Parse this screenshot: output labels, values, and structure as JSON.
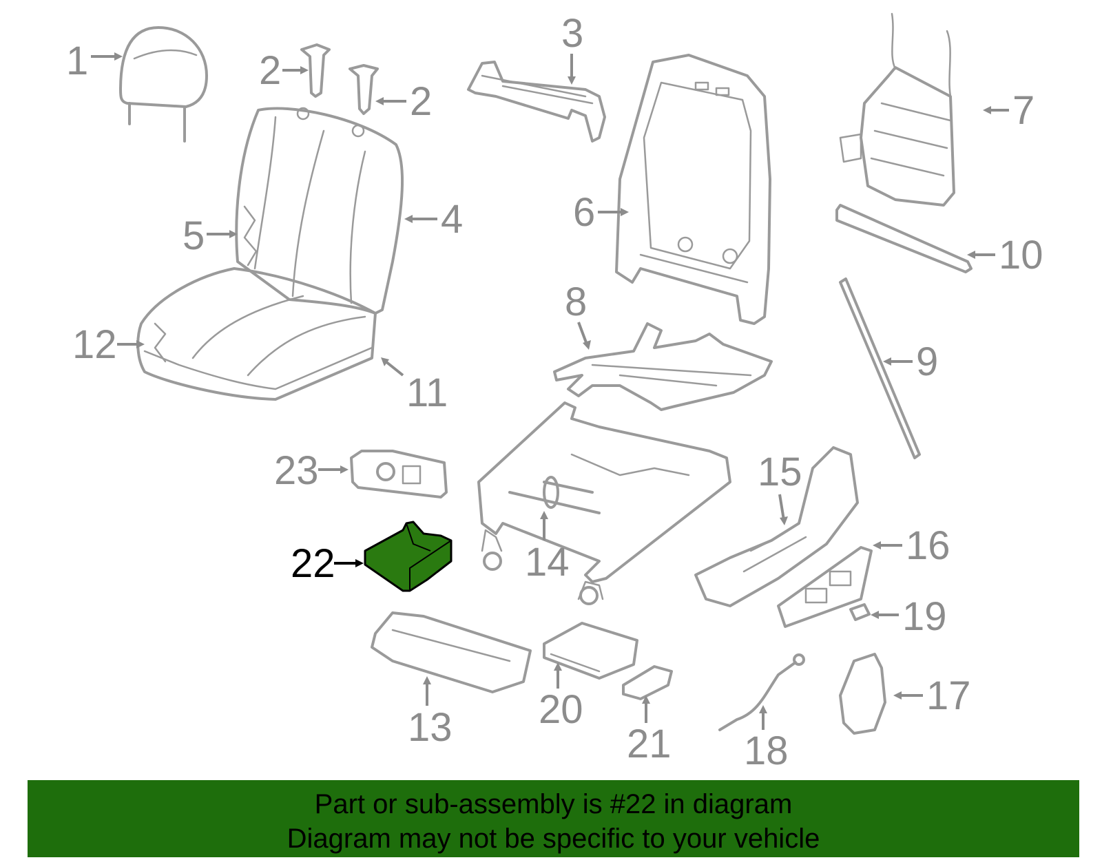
{
  "callouts": {
    "c1": "1",
    "c2a": "2",
    "c2b": "2",
    "c3": "3",
    "c4": "4",
    "c5": "5",
    "c6": "6",
    "c7": "7",
    "c8": "8",
    "c9": "9",
    "c10": "10",
    "c11": "11",
    "c12": "12",
    "c13": "13",
    "c14": "14",
    "c15": "15",
    "c16": "16",
    "c17": "17",
    "c18": "18",
    "c19": "19",
    "c20": "20",
    "c21": "21",
    "c22": "22",
    "c23": "23"
  },
  "highlight": {
    "part_number": "22",
    "color": "#2a7a10"
  },
  "banner": {
    "line1": "Part or sub-assembly is #22 in diagram",
    "line2": "Diagram may not be specific to your vehicle",
    "background": "#1e6e0c"
  },
  "colors": {
    "part_stroke": "#9a9a9a",
    "callout_text": "#8c8c8c",
    "selected_text": "#000000"
  }
}
